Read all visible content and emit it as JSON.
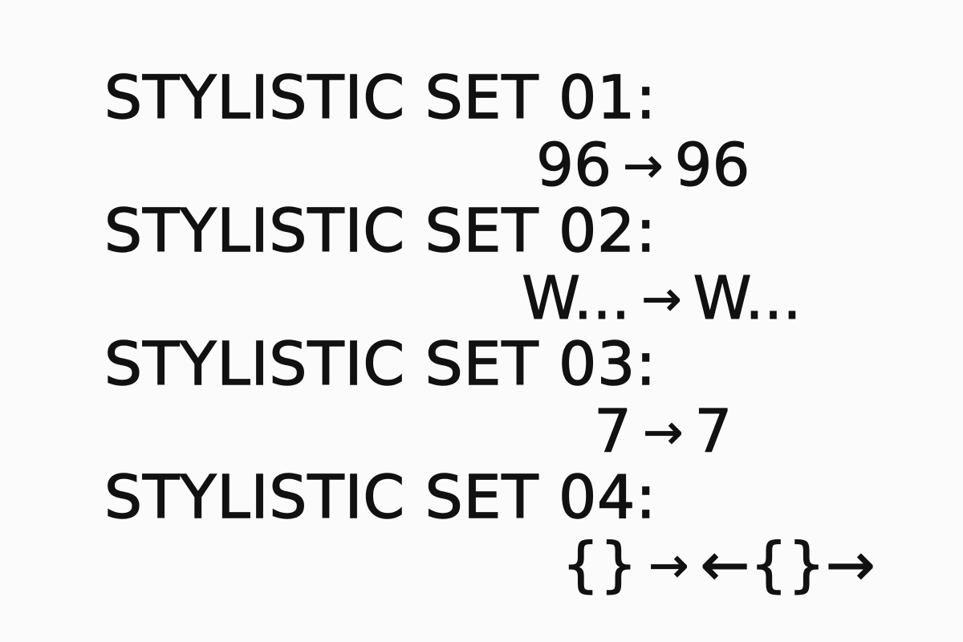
{
  "sets": [
    {
      "heading": "STYLISTIC SET 01:",
      "from": "96",
      "arrow": "→",
      "to": "96"
    },
    {
      "heading": "STYLISTIC SET 02:",
      "from": "W...",
      "arrow": "→",
      "to": "W..."
    },
    {
      "heading": "STYLISTIC SET 03:",
      "from": "7",
      "arrow": "→",
      "to": "7"
    },
    {
      "heading": "STYLISTIC SET 04:",
      "from": "{}",
      "arrow": "→",
      "to": "←{}→"
    }
  ],
  "colors": {
    "background": "#fbfbfb",
    "text": "#111111"
  }
}
